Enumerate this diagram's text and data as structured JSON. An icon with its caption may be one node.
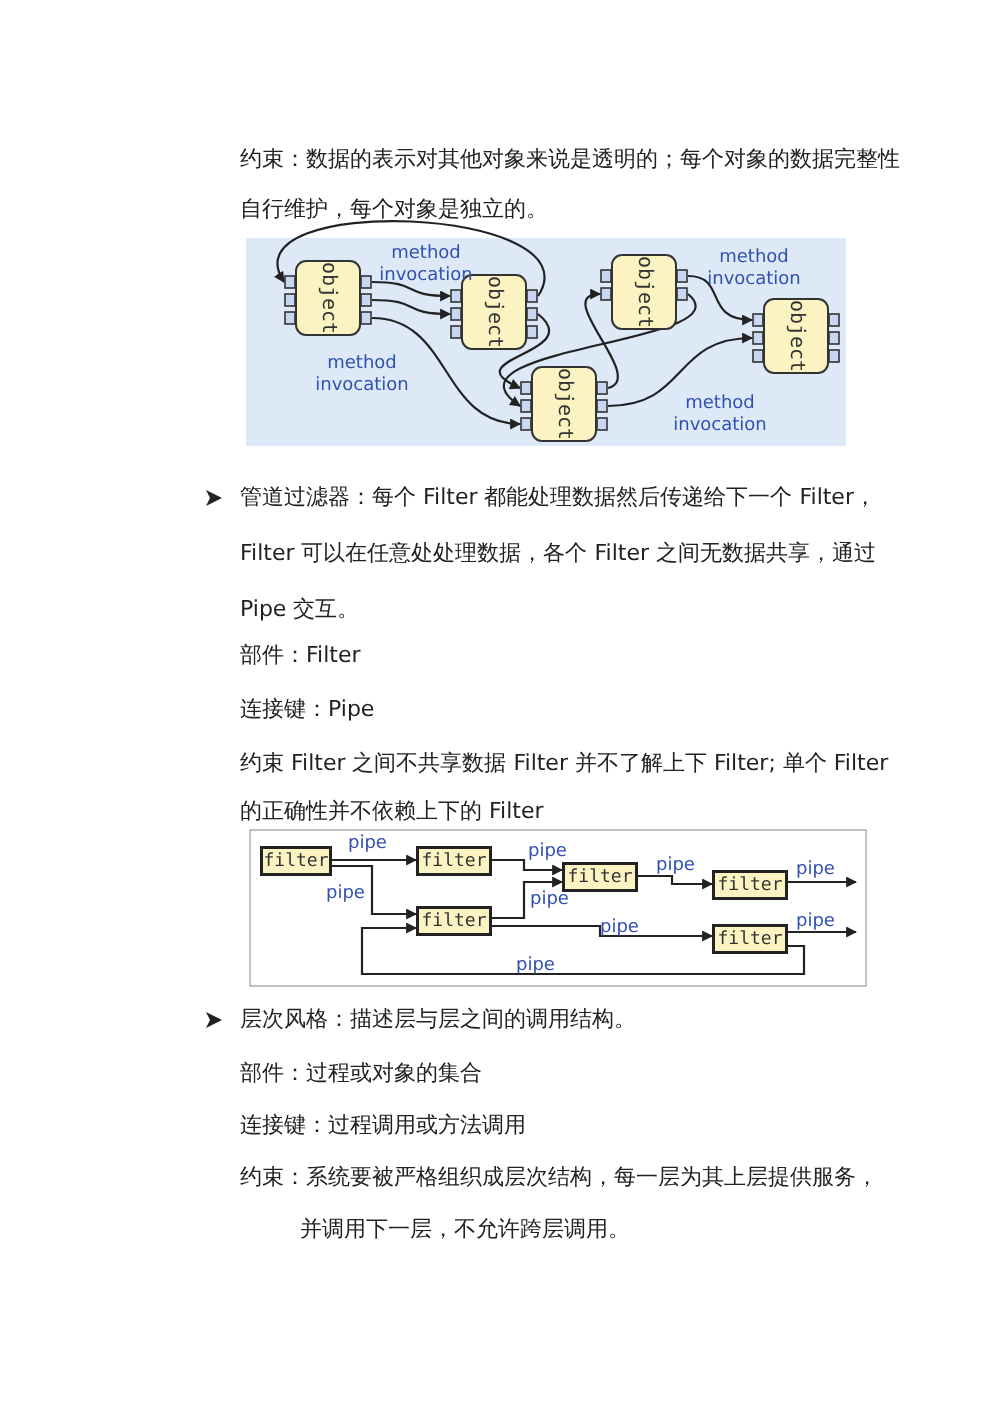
{
  "diagram": {
    "nodes": [
      {
        "text": [
          "object"
        ]
      },
      {
        "text": [
          "object"
        ]
      },
      {
        "text": [
          "object"
        ]
      },
      {
        "text": [
          "object"
        ]
      },
      {
        "text": [
          "object"
        ]
      },
      {
        "text": [
          "filter"
        ]
      },
      {
        "text": [
          "filter"
        ]
      },
      {
        "text": [
          "filter"
        ]
      },
      {
        "text": [
          "filter"
        ]
      },
      {
        "text": [
          "filter"
        ]
      },
      {
        "text": [
          "filter"
        ]
      }
    ],
    "edges": [
      {
        "from": 1,
        "to": 0,
        "arrow": "to"
      },
      {
        "from": 0,
        "to": 1,
        "arrow": "to",
        "label": "method invocation"
      },
      {
        "from": 0,
        "to": 1,
        "arrow": "to"
      },
      {
        "from": 0,
        "to": 2,
        "arrow": "to",
        "label": "method invocation"
      },
      {
        "from": 1,
        "to": 2,
        "arrow": "to"
      },
      {
        "from": 2,
        "to": 3,
        "arrow": "to"
      },
      {
        "from": 3,
        "to": 2,
        "arrow": "to"
      },
      {
        "from": 3,
        "to": 4,
        "arrow": "to",
        "label": "method invocation"
      },
      {
        "from": 2,
        "to": 4,
        "arrow": "to",
        "label": "method invocation"
      },
      {
        "from": 5,
        "to": 6,
        "arrow": "to",
        "label": "pipe"
      },
      {
        "from": 5,
        "to": 9,
        "arrow": "to",
        "label": "pipe"
      },
      {
        "from": 6,
        "to": 7,
        "arrow": "to",
        "label": "pipe"
      },
      {
        "from": 9,
        "to": 7,
        "arrow": "to",
        "label": "pipe"
      },
      {
        "from": 7,
        "to": 8,
        "arrow": "to",
        "label": "pipe"
      },
      {
        "from": 8,
        "to": null,
        "arrow": "to",
        "label": "pipe"
      },
      {
        "from": 9,
        "to": 10,
        "arrow": "to",
        "label": "pipe"
      },
      {
        "from": 10,
        "to": null,
        "arrow": "to",
        "label": "pipe"
      },
      {
        "from": 10,
        "to": 9,
        "arrow": "to",
        "label": "pipe"
      }
    ],
    "labels": [
      "约束：数据的表示对其他对象来说是透明的；每个对象的数据完整性自行维护，每个对象是独立的。",
      "管道过滤器：每个 Filter 都能处理数据然后传递给下一个 Filter，Filter 可以在任意处处理数据，各个 Filter 之间无数据共享，通过 Pipe 交互。",
      "部件：Filter",
      "连接键：Pipe",
      "约束 Filter 之间不共享数据 Filter 并不了解上下 Filter; 单个 Filter 的正确性并不依赖上下的 Filter",
      "层次风格：描述层与层之间的调用结构。",
      "部件：过程或对象的集合",
      "连接键：过程调用或方法调用",
      "约束：系统要被严格组织成层次结构，每一层为其上层提供服务，并调用下一层，不允许跨层调用。"
    ]
  }
}
